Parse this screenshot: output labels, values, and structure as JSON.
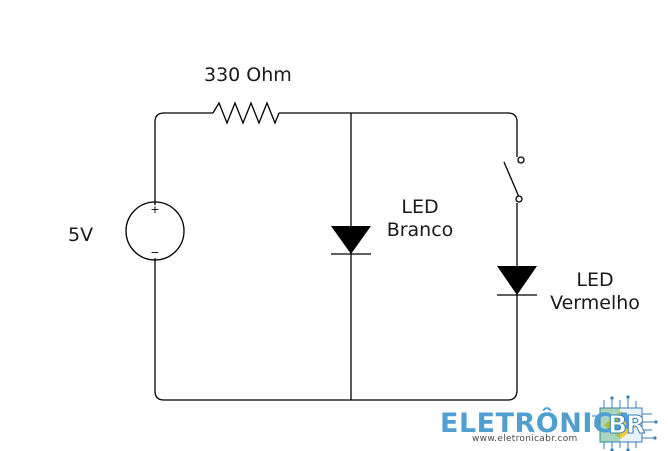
{
  "labels": {
    "resistor": "330 Ohm",
    "source": "5V",
    "led1_line1": "LED",
    "led1_line2": "Branco",
    "led2_line1": "LED",
    "led2_line2": "Vermelho"
  },
  "symbols": {
    "plus": "+",
    "minus": "−"
  },
  "watermark": {
    "brand": "ELETRÔNICA",
    "brand_suffix": "BR",
    "url": "www.eletronicabr.com"
  },
  "colors": {
    "wire": "#000000",
    "brand_blue": "#4f9fd0",
    "brand_green": "#2e9e4a",
    "brand_yellow": "#f2c31b"
  }
}
